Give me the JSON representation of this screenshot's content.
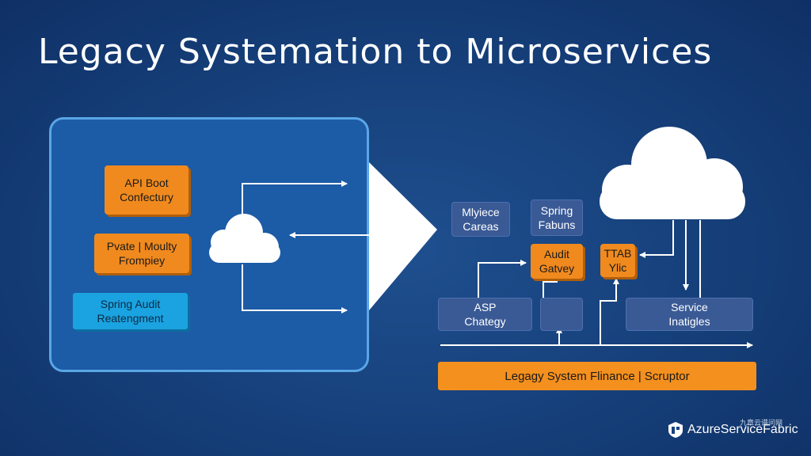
{
  "title": "Legacy Systemation to Microservices",
  "legacy": {
    "api_boot": [
      "API Boot",
      "Confectury"
    ],
    "pvate": [
      "Pvate | Moulty",
      "Frompiey"
    ],
    "spring_audit": [
      "Spring Audit",
      "Reatengment"
    ]
  },
  "micro": {
    "mlyiece": [
      "Mlyiece",
      "Careas"
    ],
    "spring_fabuns": [
      "Spring",
      "Fabuns"
    ],
    "audit_gatway": [
      "Audit",
      "Gatvey"
    ],
    "ttab": [
      "TTAB",
      "Ylic"
    ],
    "asp": [
      "ASP",
      "Chategy"
    ],
    "service": [
      "Service",
      "Inatigles"
    ]
  },
  "bottom_bar": "Legagy System Flinance | Scruptor",
  "brand": "AzureServiceFabric",
  "watermark": "九章云谱问网",
  "colors": {
    "background": "#17427d",
    "panel": "#1c5ba6",
    "orange": "#f08a1e",
    "cyan": "#1aa3e0",
    "navy_box": "#3a5a96"
  }
}
